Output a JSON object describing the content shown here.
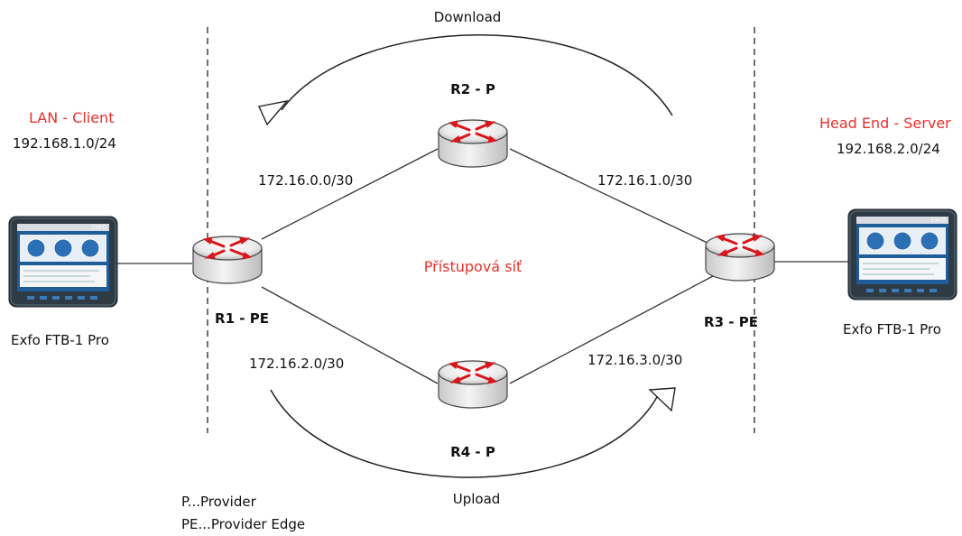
{
  "nodes": {
    "r1": {
      "label": "R1 - PE"
    },
    "r2": {
      "label": "R2 - P"
    },
    "r3": {
      "label": "R3 - PE"
    },
    "r4": {
      "label": "R4 - P"
    }
  },
  "links": {
    "r1_r2": "172.16.0.0/30",
    "r2_r3": "172.16.1.0/30",
    "r1_r4": "172.16.2.0/30",
    "r4_r3": "172.16.3.0/30"
  },
  "left": {
    "title": "LAN - Client",
    "subnet": "192.168.1.0/24",
    "device": "Exfo FTB-1 Pro"
  },
  "right": {
    "title": "Head End - Server",
    "subnet": "192.168.2.0/24",
    "device": "Exfo FTB-1 Pro"
  },
  "center_label": "Přístupová síť",
  "flows": {
    "download": "Download",
    "upload": "Upload"
  },
  "legend": {
    "p": "P...Provider",
    "pe": "PE...Provider Edge"
  },
  "device_screen_brand": "EXFO",
  "colors": {
    "accent_red": "#e8302c",
    "router_arrow": "#d9161c",
    "device_frame": "#2e3a44",
    "device_screen": "#1e5c9a"
  }
}
